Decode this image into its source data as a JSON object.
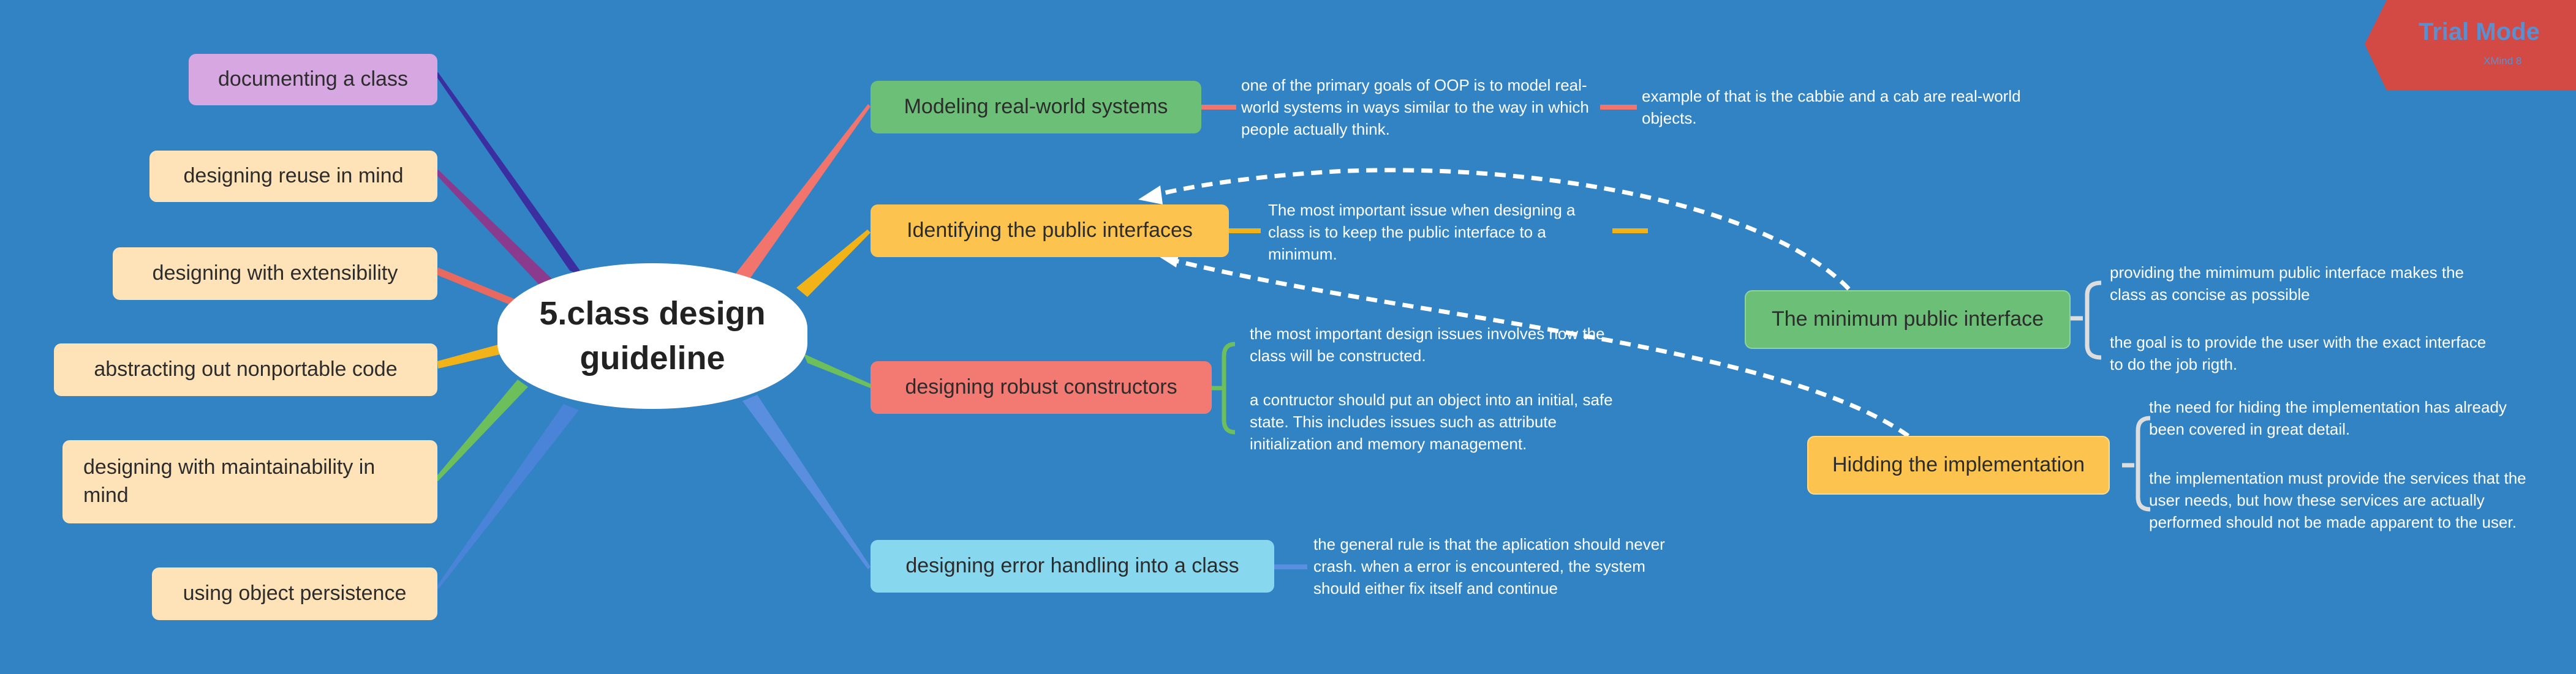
{
  "root": {
    "label": "5.class design guideline"
  },
  "left_topics": [
    {
      "label": "documenting a class",
      "color": "#d7a7e1"
    },
    {
      "label": "designing reuse in mind",
      "color": "#ffe3b8"
    },
    {
      "label": "designing with extensibility",
      "color": "#ffe3b8"
    },
    {
      "label": "abstracting out nonportable code",
      "color": "#ffe3b8"
    },
    {
      "label": "designing with maintainability in mind",
      "color": "#ffe3b8"
    },
    {
      "label": "using object persistence",
      "color": "#ffe3b8"
    }
  ],
  "right_topics": [
    {
      "label": "Modeling real-world systems",
      "color": "#6cbf77",
      "note": "one of the primary goals of OOP is to model real-world systems in ways similar to the way in which people actually think.",
      "subnote": "example of that is the cabbie and a cab are real-world objects."
    },
    {
      "label": "Identifying the public interfaces",
      "color": "#fcc44e",
      "note": "The most important issue when designing a class is to keep the public interface to a minimum."
    },
    {
      "label": "designing robust constructors",
      "color": "#f37a72",
      "notes": [
        "the most important design issues involves how the class will be constructed.",
        "a contructor should put an object into an initial, safe state. This includes issues such as attribute initialization and memory management."
      ]
    },
    {
      "label": "designing error handling into a class",
      "color": "#87d7ee",
      "note": "the general rule is that the aplication should never crash. when a error is encountered, the system should either fix itself and continue"
    }
  ],
  "floating_topics": [
    {
      "label": "The minimum public interface",
      "color": "#6cbf77",
      "notes": [
        "providing the mimimum public interface makes the class as concise as possible",
        "the goal is to provide the user with the exact interface to do the job rigth."
      ]
    },
    {
      "label": "Hidding the implementation",
      "color": "#fcc44e",
      "notes": [
        "the need for hiding the implementation has already been covered in great detail.",
        "the implementation must provide the services that the user needs, but how these services are actually performed should not be made apparent to the user."
      ]
    }
  ],
  "watermark": {
    "title": "Trial Mode",
    "subtitle": "XMind 8"
  }
}
